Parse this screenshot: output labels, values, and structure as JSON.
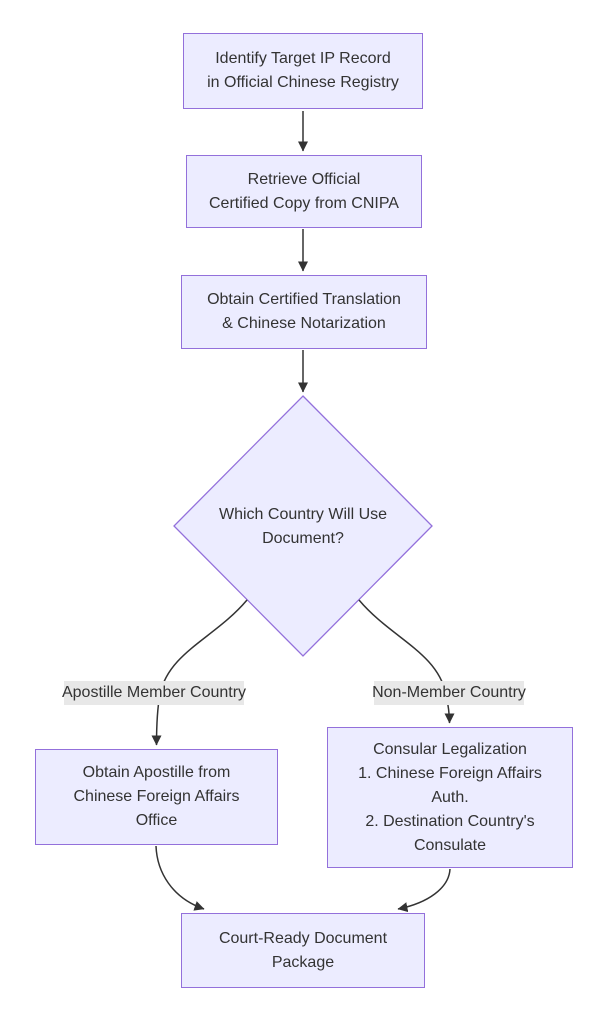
{
  "diagram": {
    "colors": {
      "background": "#ffffff",
      "node_fill": "#ECECFF",
      "node_border": "#9370DB",
      "edge_color": "#333333",
      "text_color": "#333333",
      "label_bg": "#e8e8e8"
    },
    "nodes": {
      "identify": {
        "label": "Identify Target IP Record\nin Official Chinese Registry"
      },
      "retrieve": {
        "label": "Retrieve Official\nCertified Copy from CNIPA"
      },
      "translate": {
        "label": "Obtain Certified Translation\n& Chinese Notarization"
      },
      "decision": {
        "label": "Which Country Will Use\nDocument?"
      },
      "apostille": {
        "label": "Obtain Apostille from\nChinese Foreign Affairs\nOffice"
      },
      "consular": {
        "label": "Consular Legalization\n1. Chinese Foreign Affairs\nAuth.\n2. Destination Country's\nConsulate"
      },
      "package": {
        "label": "Court-Ready Document\nPackage"
      }
    },
    "edge_labels": {
      "apostille_branch": "Apostille Member Country",
      "nonmember_branch": "Non-Member Country"
    }
  }
}
